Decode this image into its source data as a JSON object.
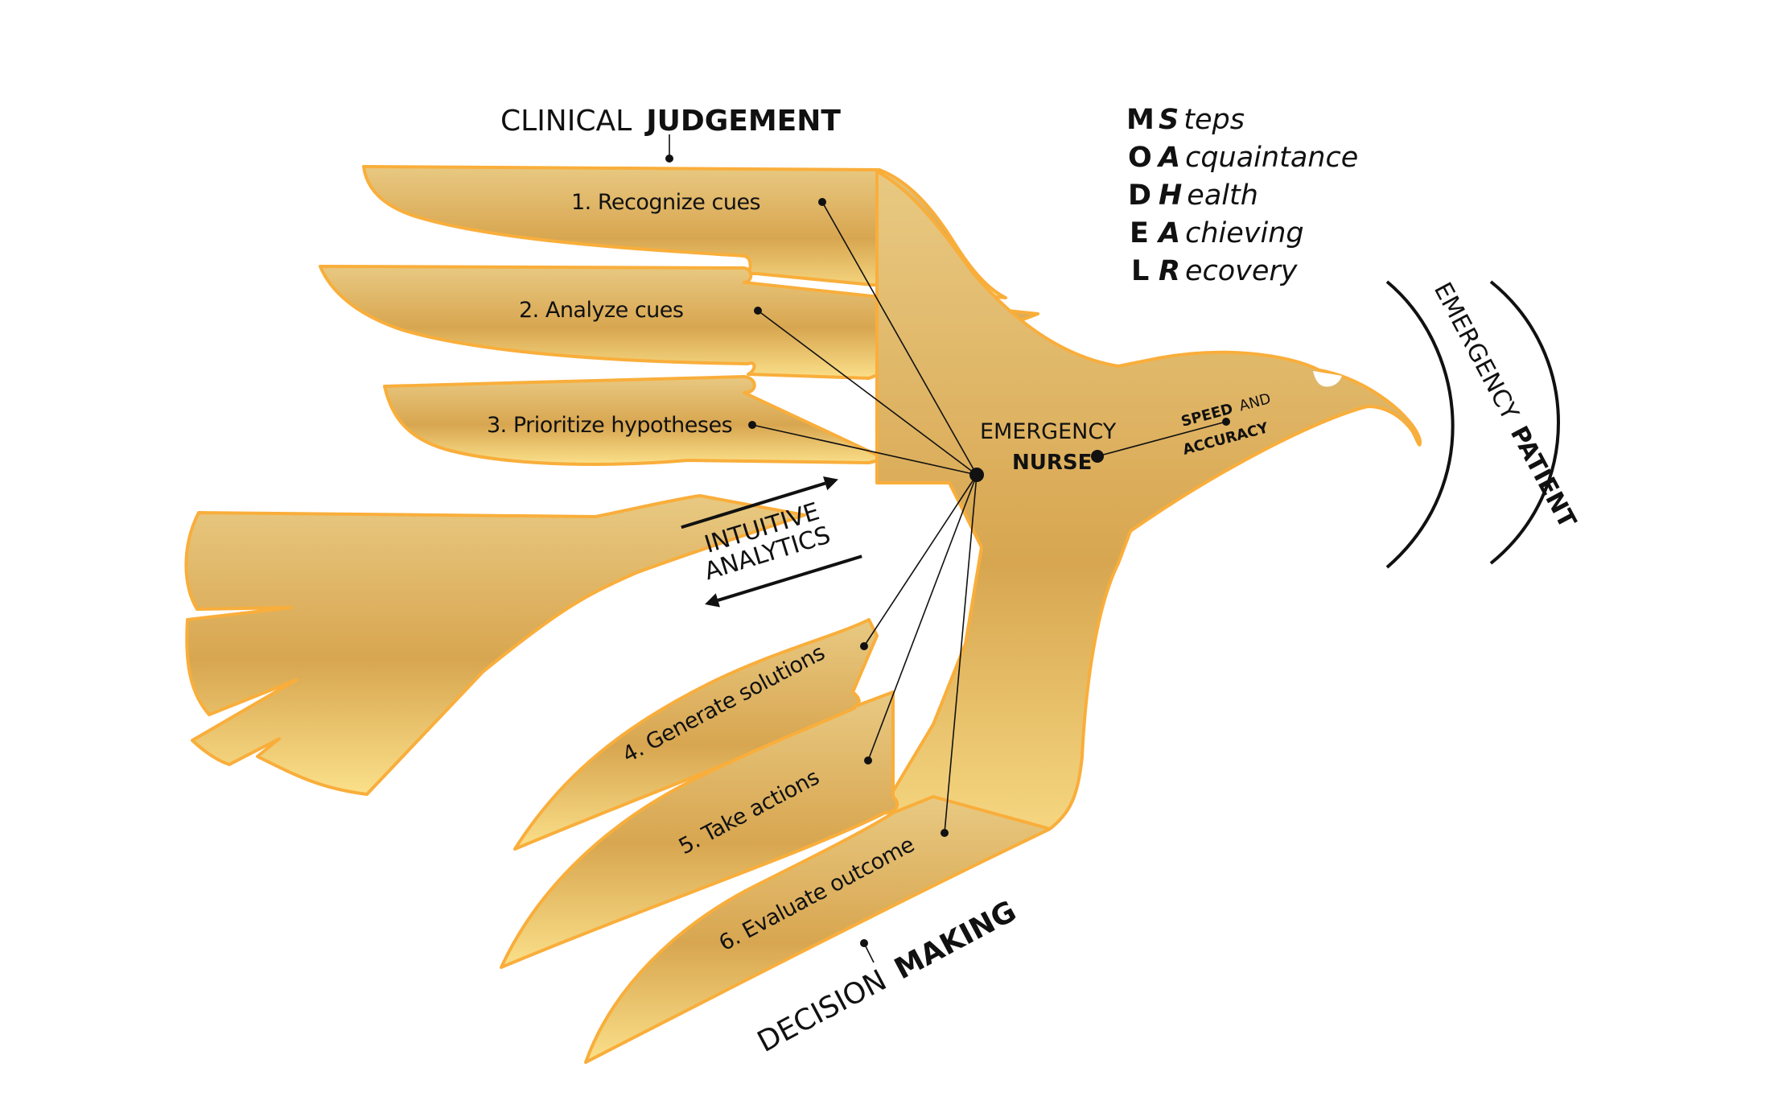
{
  "colors": {
    "fill_light": "#f9dc85",
    "fill_mid": "#e5bd6a",
    "fill_dark": "#d8a650",
    "outline": "#f9ae3b",
    "ink": "#111111"
  },
  "headings": {
    "clinical_judgement": {
      "light": "CLINICAL",
      "bold": "JUDGEMENT"
    },
    "decision_making": {
      "light": "DECISION",
      "bold": "MAKING"
    },
    "emergency_nurse": {
      "light": "EMERGENCY",
      "bold": "NURSE"
    },
    "emergency_patient": {
      "light": "EMERGENCY",
      "bold": "PATIENT"
    },
    "speed_accuracy": {
      "bold1": "SPEED",
      "light": "AND",
      "bold2": "ACCURACY"
    },
    "intuitive_analytics": {
      "line1": "INTUITIVE",
      "line2": "ANALYTICS"
    }
  },
  "steps": [
    {
      "label": "1. Recognize cues"
    },
    {
      "label": "2. Analyze cues"
    },
    {
      "label": "3. Prioritize hypotheses"
    },
    {
      "label": "4. Generate solutions"
    },
    {
      "label": "5. Take actions"
    },
    {
      "label": "6. Evaluate outcome"
    }
  ],
  "acronym": [
    {
      "letter": "M",
      "initial": "S",
      "rest": "teps"
    },
    {
      "letter": "O",
      "initial": "A",
      "rest": "cquaintance"
    },
    {
      "letter": "D",
      "initial": "H",
      "rest": "ealth"
    },
    {
      "letter": "E",
      "initial": "A",
      "rest": "chieving"
    },
    {
      "letter": "L",
      "initial": "R",
      "rest": "ecovery"
    }
  ]
}
